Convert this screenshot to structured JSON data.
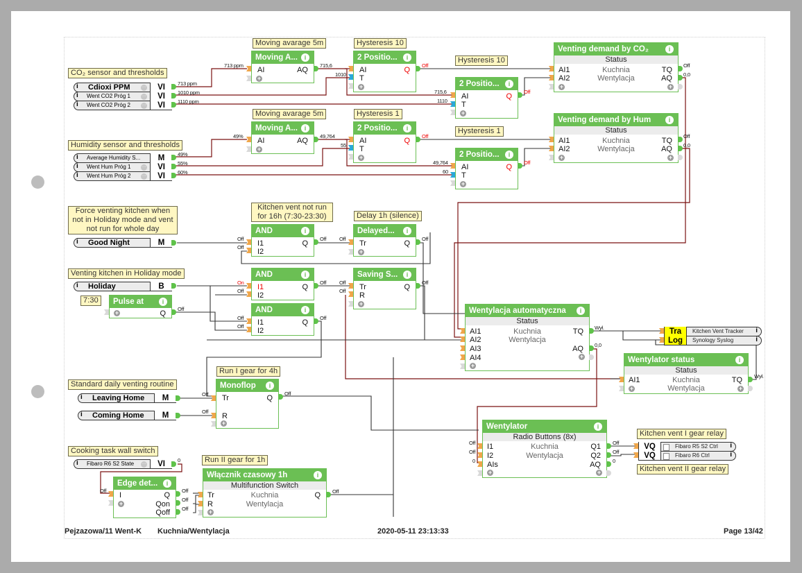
{
  "footer": {
    "project": "Pejzazowa/11 Went-K",
    "page_name": "Kuchnia/Wentylacja",
    "datetime": "2020-05-11 23:13:33",
    "page": "Page 13/42"
  },
  "notes": {
    "co2_sensors": "CO₂ sensor and thresholds",
    "mavg1": "Moving avarage 5m",
    "hyst10a": "Hysteresis 10",
    "hyst10b": "Hysteresis 10",
    "hum_sensors": "Humidity sensor and thresholds",
    "mavg2": "Moving avarage 5m",
    "hyst1a": "Hysteresis 1",
    "hyst1b": "Hysteresis 1",
    "force_venting": "Force venting kitchen when not in Holiday mode and vent not run for whole day",
    "not_run": "Kitchen vent not run for 16h (7:30-23:30)",
    "delay": "Delay 1h (silence)",
    "holiday_mode": "Venting kitchen in Holiday mode",
    "pulse_time": "7:30",
    "daily_routine": "Standard daily venting routine",
    "run1": "Run I gear for 4h",
    "cooking": "Cooking task wall switch",
    "run2": "Run II gear for 1h",
    "relay1": "Kitchen vent I gear relay",
    "relay2": "Kitchen vent II gear relay"
  },
  "inputs": {
    "co2": [
      {
        "name": "Cdioxi PPM",
        "type": "VI",
        "value": "713 ppm"
      },
      {
        "name": "Went CO2 Próg 1",
        "type": "VI",
        "value": "1010 ppm"
      },
      {
        "name": "Went CO2 Próg 2",
        "type": "VI",
        "value": "1110 ppm"
      }
    ],
    "hum": [
      {
        "name": "Average Humidity S...",
        "type": "M",
        "value": "49%"
      },
      {
        "name": "Went Hum Próg 1",
        "type": "VI",
        "value": "55%"
      },
      {
        "name": "Went Hum Próg 2",
        "type": "VI",
        "value": "60%"
      }
    ],
    "good_night": {
      "name": "Good Night",
      "type": "M"
    },
    "holiday": {
      "name": "Holiday",
      "type": "B"
    },
    "leaving": {
      "name": "Leaving Home",
      "type": "M"
    },
    "coming": {
      "name": "Coming Home",
      "type": "M"
    },
    "fibaro_state": {
      "name": "Fibaro R6 S2 State",
      "type": "VI",
      "value": "0"
    }
  },
  "outputs": {
    "tracker": {
      "type": "Tra",
      "name": "Kitchen Vent Tracker"
    },
    "syslog": {
      "type": "Log",
      "name": "Synology Syslog"
    },
    "relay1": {
      "type": "VQ",
      "name": "Fibaro R5 S2 Ctrl"
    },
    "relay2": {
      "type": "VQ",
      "name": "Fibaro R6 Ctrl"
    }
  },
  "blocks": {
    "mavg_co2": {
      "title": "Moving A...",
      "in": [
        "AI"
      ],
      "out": [
        "AQ"
      ],
      "in_val": "713 ppm",
      "out_val": "715,6"
    },
    "hyst_co2_1": {
      "title": "2 Positio...",
      "in": [
        "AI",
        "T"
      ],
      "out": [
        "Q"
      ],
      "in_vals": [
        "715,6",
        "1010"
      ],
      "out_val": "Off"
    },
    "hyst_co2_2": {
      "title": "2 Positio...",
      "in": [
        "AI",
        "T"
      ],
      "out": [
        "Q"
      ],
      "in_vals": [
        "715,6",
        "1110"
      ],
      "out_val": "Off"
    },
    "vent_co2": {
      "title": "Venting demand by CO₂",
      "sub": "Status",
      "in": [
        "AI1",
        "AI2"
      ],
      "out": [
        "TQ",
        "AQ"
      ],
      "mid": [
        "Kuchnia",
        "Wentylacja"
      ],
      "out_vals": [
        "Off",
        "0,0"
      ]
    },
    "mavg_hum": {
      "title": "Moving A...",
      "in": [
        "AI"
      ],
      "out": [
        "AQ"
      ],
      "in_val": "49%",
      "out_val": "49,764"
    },
    "hyst_hum_1": {
      "title": "2 Positio...",
      "in": [
        "AI",
        "T"
      ],
      "out": [
        "Q"
      ],
      "in_vals": [
        "49,764",
        "55"
      ],
      "out_val": "Off"
    },
    "hyst_hum_2": {
      "title": "2 Positio...",
      "in": [
        "AI",
        "T"
      ],
      "out": [
        "Q"
      ],
      "in_vals": [
        "49,764",
        "60"
      ],
      "out_val": "Off"
    },
    "vent_hum": {
      "title": "Venting demand by Hum",
      "sub": "Status",
      "in": [
        "AI1",
        "AI2"
      ],
      "out": [
        "TQ",
        "AQ"
      ],
      "mid": [
        "Kuchnia",
        "Wentylacja"
      ],
      "out_vals": [
        "Off",
        "0,0"
      ]
    },
    "and1": {
      "title": "AND",
      "in": [
        "I1",
        "I2"
      ],
      "out": [
        "Q"
      ],
      "in_vals": [
        "Off",
        "Off"
      ],
      "out_val": "Off"
    },
    "delayed": {
      "title": "Delayed...",
      "in": [
        "Tr"
      ],
      "out": [
        "Q"
      ],
      "in_val": "Off",
      "out_val": "Off"
    },
    "and2": {
      "title": "AND",
      "in": [
        "I1",
        "I2"
      ],
      "out": [
        "Q"
      ],
      "in_vals": [
        "On",
        "Off"
      ],
      "out_val": "Off"
    },
    "saving": {
      "title": "Saving S...",
      "in": [
        "Tr",
        "R"
      ],
      "out": [
        "Q"
      ],
      "in_vals": [
        "Off",
        "Off"
      ],
      "out_val": "Off"
    },
    "pulse": {
      "title": "Pulse at",
      "out": [
        "Q"
      ],
      "out_val": "Off"
    },
    "and3": {
      "title": "AND",
      "in": [
        "I1",
        "I2"
      ],
      "out": [
        "Q"
      ],
      "in_vals": [
        "Off",
        "Off"
      ],
      "out_val": "Off"
    },
    "auto": {
      "title": "Wentylacja automatyczna",
      "sub": "Status",
      "in": [
        "AI1",
        "AI2",
        "AI3",
        "AI4"
      ],
      "out": [
        "TQ",
        "AQ"
      ],
      "mid": [
        "Kuchnia",
        "Wentylacja"
      ],
      "out_vals": [
        "Wył.",
        "0,0"
      ]
    },
    "status": {
      "title": "Wentylator status",
      "sub": "Status",
      "in": [
        "AI1"
      ],
      "out": [
        "TQ"
      ],
      "mid": [
        "Kuchnia",
        "Wentylacja"
      ],
      "out_val": "Wył."
    },
    "monoflop": {
      "title": "Monoflop",
      "in": [
        "Tr",
        "R"
      ],
      "out": [
        "Q"
      ],
      "in_vals": [
        "Off",
        "Off"
      ],
      "out_val": "Off"
    },
    "wentylator": {
      "title": "Wentylator",
      "sub": "Radio Buttons (8x)",
      "in": [
        "I1",
        "I2",
        "AIs"
      ],
      "out": [
        "Q1",
        "Q2",
        "AQ"
      ],
      "mid": [
        "Kuchnia",
        "Wentylacja"
      ],
      "in_vals": [
        "Off",
        "Off",
        "0"
      ],
      "out_vals": [
        "Off",
        "Off",
        "0"
      ]
    },
    "edge": {
      "title": "Edge det...",
      "in": [
        "I"
      ],
      "out": [
        "Q",
        "Qon",
        "Qoff"
      ],
      "in_val": "Off",
      "out_vals": [
        "Off",
        "Off",
        "Off"
      ]
    },
    "timer": {
      "title": "Włącznik czasowy 1h",
      "sub": "Multifunction Switch",
      "in": [
        "Tr",
        "R"
      ],
      "out": [
        "Q"
      ],
      "mid": [
        "Kuchnia",
        "Wentylacja"
      ],
      "out_val": "Off"
    }
  },
  "colors": {
    "block_green": "#6bbf54",
    "wire_analog": "#7a1010",
    "wire_digital": "#333333",
    "input_pin": "#f0a64a",
    "threshold_pin": "#29a9d9",
    "note_bg": "#fff7c2",
    "log_bg": "#ffff00"
  }
}
